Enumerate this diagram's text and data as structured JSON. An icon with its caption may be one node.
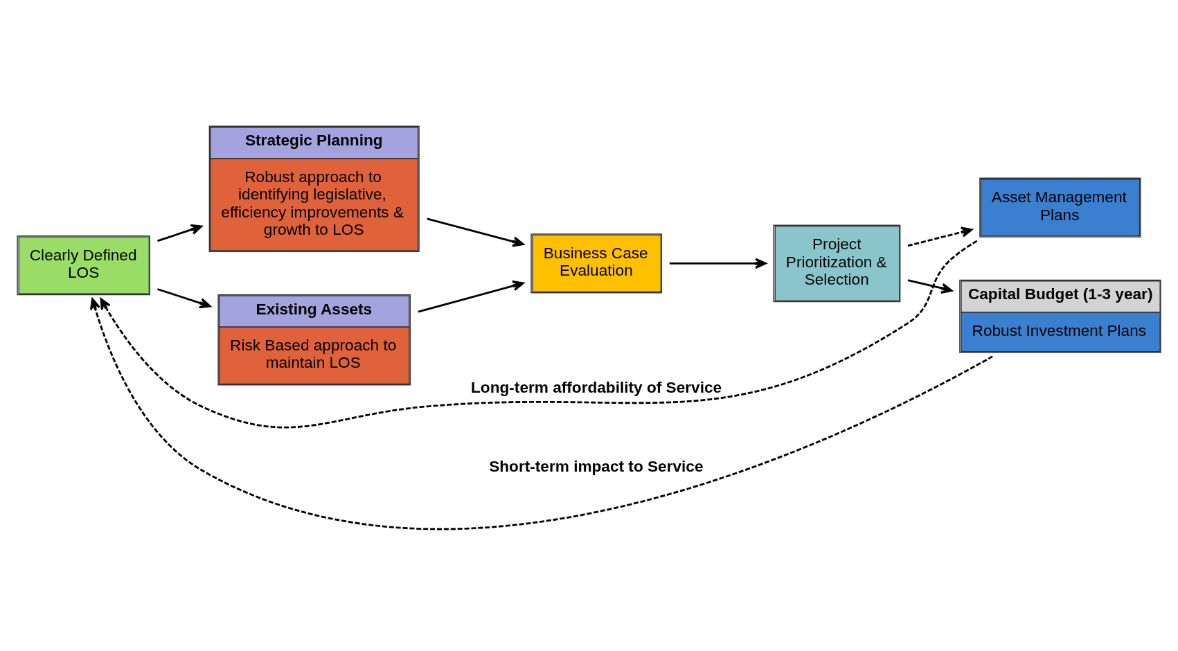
{
  "diagram": {
    "nodes": [
      {
        "text": [
          "Clearly Defined LOS"
        ]
      },
      {
        "text": [
          "Strategic Planning",
          "Robust approach to identifying legislative, efficiency improvements & growth to LOS"
        ]
      },
      {
        "text": [
          "Existing Assets",
          "Risk Based approach to maintain LOS"
        ]
      },
      {
        "text": [
          "Business Case Evaluation"
        ]
      },
      {
        "text": [
          "Project Prioritization & Selection"
        ]
      },
      {
        "text": [
          "Asset Management Plans"
        ]
      },
      {
        "text": [
          "Capital Budget (1-3 year)",
          "Robust Investment Plans"
        ]
      }
    ],
    "edges": [
      {
        "from": 0,
        "to": 1,
        "arrow": "to"
      },
      {
        "from": 0,
        "to": 2,
        "arrow": "to"
      },
      {
        "from": 1,
        "to": 3,
        "arrow": "to"
      },
      {
        "from": 2,
        "to": 3,
        "arrow": "to"
      },
      {
        "from": 3,
        "to": 4,
        "arrow": "to"
      },
      {
        "from": 4,
        "to": 5,
        "arrow": "to",
        "style": "dashed"
      },
      {
        "from": 4,
        "to": 6,
        "arrow": "to"
      },
      {
        "from": 5,
        "to": 0,
        "arrow": "to",
        "style": "dashed",
        "label": "Long-term affordability of Service"
      },
      {
        "from": 6,
        "to": 0,
        "arrow": "to",
        "style": "dashed",
        "label": "Short-term impact to Service"
      }
    ]
  }
}
